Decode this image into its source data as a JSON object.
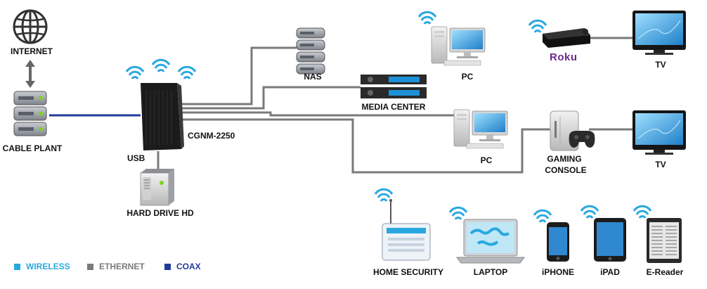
{
  "colors": {
    "wireless": "#29a8e0",
    "ethernet": "#7a7a7a",
    "coax": "#1f3b9a"
  },
  "labels": {
    "internet": "INTERNET",
    "cable_plant": "CABLE PLANT",
    "modem": "CGNM-2250",
    "usb": "USB",
    "hard_drive": "HARD DRIVE HD",
    "nas": "NAS",
    "media_center": "MEDIA CENTER",
    "pc_top": "PC",
    "pc_mid": "PC",
    "roku_logo": "Roku",
    "tv_top": "TV",
    "gaming_console_line1": "GAMING",
    "gaming_console_line2": "CONSOLE",
    "tv_mid": "TV",
    "home_security": "HOME SECURITY",
    "laptop": "LAPTOP",
    "iphone": "iPHONE",
    "ipad": "iPAD",
    "ereader": "E-Reader"
  },
  "legend": [
    {
      "label": "WIRELESS",
      "color": "#29a8e0"
    },
    {
      "label": "ETHERNET",
      "color": "#7a7a7a"
    },
    {
      "label": "COAX",
      "color": "#1f3b9a"
    }
  ]
}
